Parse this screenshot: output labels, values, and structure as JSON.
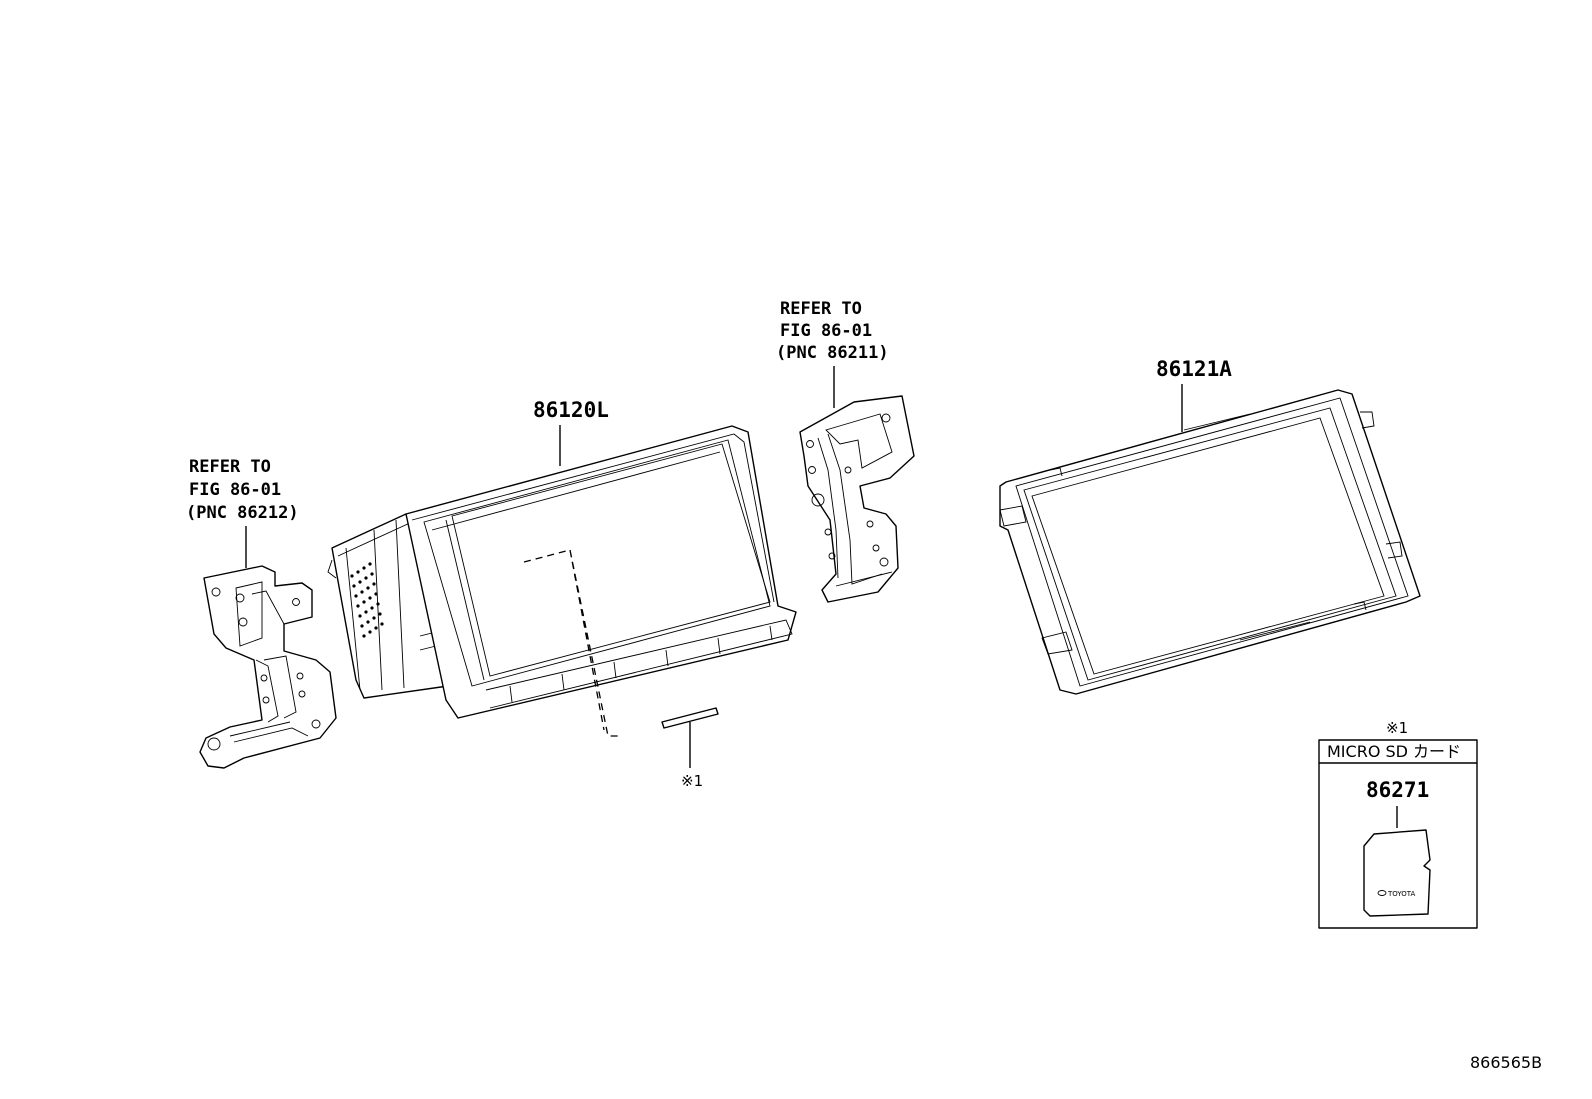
{
  "labels": {
    "left_bracket_ref": [
      "REFER TO",
      "FIG 86-01",
      "(PNC 86212)"
    ],
    "right_bracket_ref": [
      "REFER TO",
      "FIG 86-01",
      "(PNC 86211)"
    ],
    "main_unit": "86120L",
    "display_panel": "86121A",
    "note_marker": "※1",
    "inset_note_marker": "※1",
    "inset_title": "MICRO SD カード",
    "inset_part": "86271",
    "card_logo": "TOYOTA",
    "figure_id": "866565B"
  }
}
